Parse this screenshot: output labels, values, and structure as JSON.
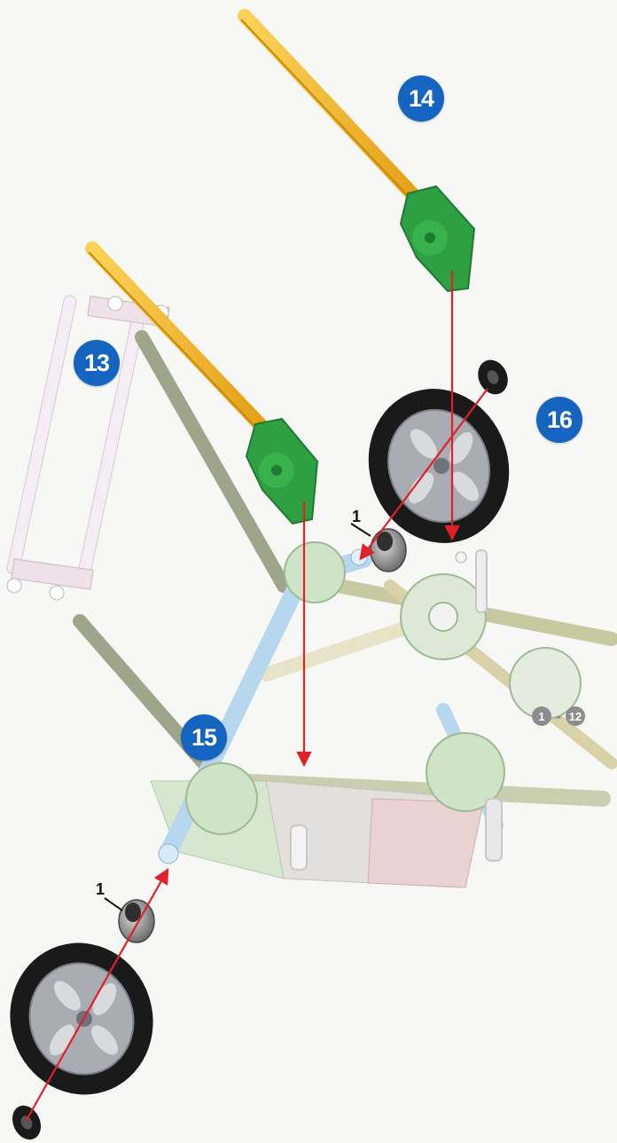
{
  "steps": {
    "s13": "13",
    "s14": "14",
    "s15": "15",
    "s16": "16"
  },
  "quantities": {
    "spacer_top": "1",
    "spacer_bottom": "1"
  },
  "prior_steps": {
    "from": "1",
    "separator": "-",
    "to": "12"
  },
  "colors": {
    "step_badge": "#1565c0",
    "rod_yellow": "#f5b51c",
    "connector_green": "#2ea043",
    "arrow_red": "#e0202a",
    "tire_black": "#1a1a1a",
    "hub_gray": "#a9acb3",
    "range_badge": "#8d8d8d"
  },
  "icons": [
    "yellow-rod",
    "green-connector",
    "wheel",
    "spacer",
    "end-cap",
    "assembly-arrow"
  ]
}
